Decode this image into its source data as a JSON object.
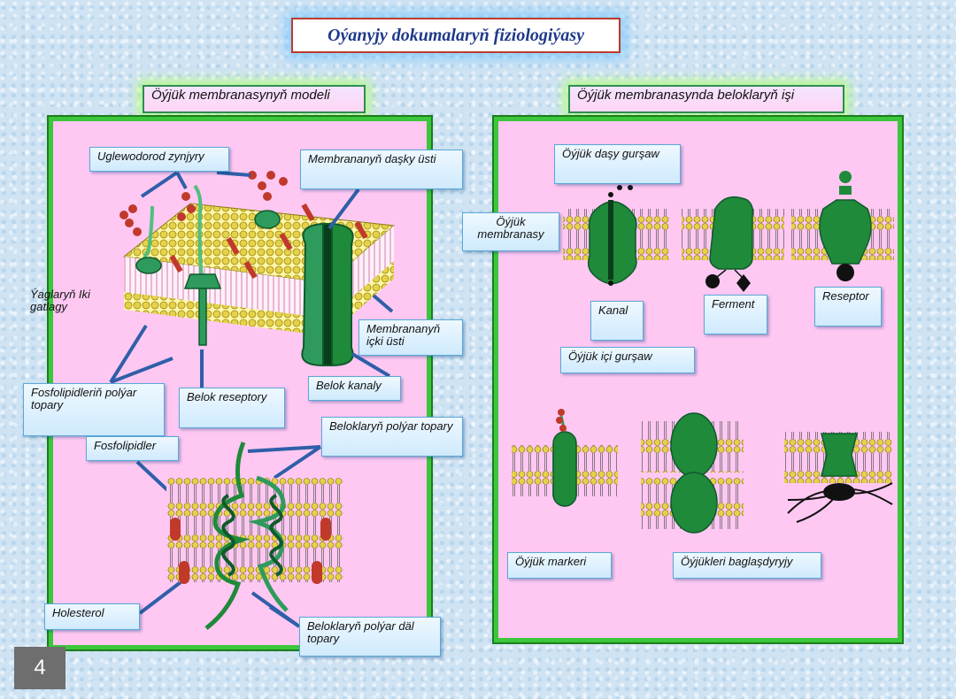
{
  "title": "Oýanyjy dokumalaryň fiziologiýasy",
  "page_number": "4",
  "left_section": {
    "header": "Öýjük membranasynyň modeli",
    "labels": {
      "carbohydrate_chains": "Uglewodorod zynjyry",
      "outer_surface": "Membrananyň daşky üsti",
      "lipid_bilayer": "Ýaglaryň Iki gatlagy",
      "inner_surface": "Membrananyň içki üsti",
      "protein_channel": "Belok kanaly",
      "polar_heads": "Fosfolipidleriň polýar topary",
      "protein_receptor": "Belok reseptory",
      "phospholipids": "Fosfolipidler",
      "protein_polar": "Beloklaryň polýar topary",
      "cholesterol": "Holesterol",
      "protein_nonpolar": "Beloklaryň polýar däl topary"
    }
  },
  "right_section": {
    "header": "Öýjük membranasynda beloklaryň işi",
    "labels": {
      "extracellular": "Öýjük daşy gurşaw",
      "membrane": "Öýjük membranasy",
      "channel": "Kanal",
      "enzyme": "Ferment",
      "receptor": "Reseptor",
      "intracellular": "Öýjük içi gurşaw",
      "marker": "Öýjük markeri",
      "cell_binding": "Öýjükleri baglaşdyryjy"
    }
  },
  "colors": {
    "panel_bg": "#ffc8f2",
    "panel_border": "#3cc63c",
    "protein": "#1f8a3a",
    "lipid_head": "#e6d24a",
    "carbohydrate": "#c0392b",
    "title_border": "#c0392b"
  }
}
